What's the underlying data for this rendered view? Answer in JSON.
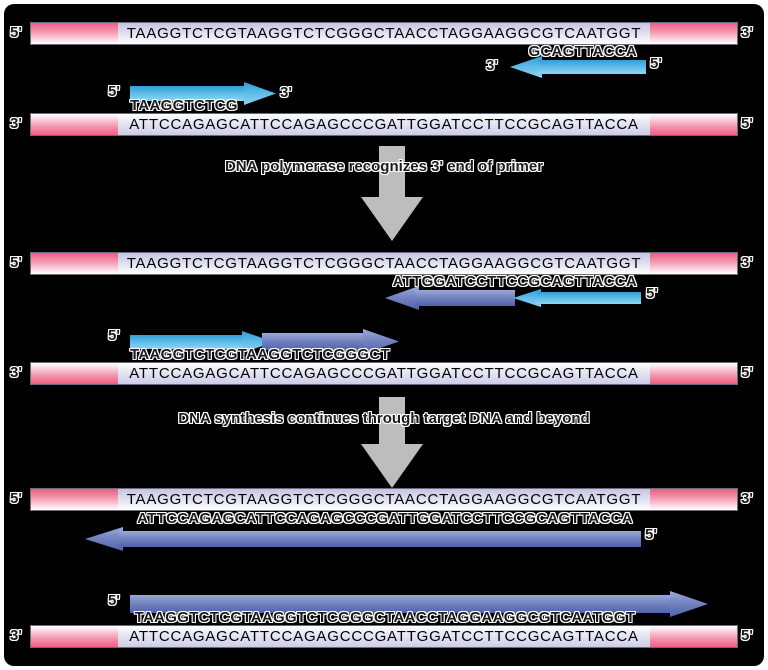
{
  "labels": {
    "five_prime": "5'",
    "three_prime": "3'"
  },
  "steps": [
    {
      "caption": "DNA polymerase recognizes 3' end of primer"
    },
    {
      "caption": "DNA synthesis continues through target DNA and beyond"
    }
  ],
  "sequences": {
    "top_strand": "TAAGGTCTCGTAAGGTCTCGGGCTAACCTAGGAAGGCGTCAATGGT",
    "bottom_strand": "ATTCCAGAGCATTCCAGAGCCCGATTGGATCCTTCCGCAGTTACCA",
    "reverse_primer": "GCAGTTACCA",
    "forward_primer": "TAAGGTCTCG",
    "reverse_extended": "ATTGGATCCTTCCGCAGTTACCA",
    "forward_extended": "TAAGGTCTCGTAAGGTCTCGGGCT"
  },
  "colors": {
    "background": "#000000",
    "frame": "#ffffff",
    "strand_end_pink": "#ed5e82",
    "strand_center_lavender": "#c5c5e2",
    "primer_arrow_blue": "#2f9fd6",
    "extension_arrow_slate": "#5063ab",
    "process_arrow_gray": "#bdbdbd"
  }
}
